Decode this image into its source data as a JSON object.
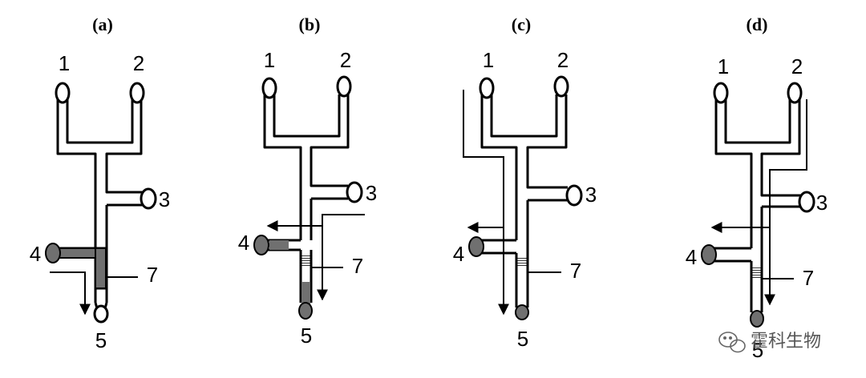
{
  "panels": [
    {
      "title": "(a)",
      "labels": {
        "p1": "1",
        "p2": "2",
        "p3": "3",
        "p4": "4",
        "p5": "5",
        "p7": "7"
      }
    },
    {
      "title": "(b)",
      "labels": {
        "p1": "1",
        "p2": "2",
        "p3": "3",
        "p4": "4",
        "p5": "5",
        "p7": "7"
      }
    },
    {
      "title": "(c)",
      "labels": {
        "p1": "1",
        "p2": "2",
        "p3": "3",
        "p4": "4",
        "p5": "5",
        "p7": "7"
      }
    },
    {
      "title": "(d)",
      "labels": {
        "p1": "1",
        "p2": "2",
        "p3": "3",
        "p4": "4",
        "p5": "5",
        "p7": "7"
      }
    }
  ],
  "watermark": {
    "text": "霍科生物",
    "icon": "wechat-icon"
  },
  "colors": {
    "fill_gray": "#707070",
    "line": "#000000"
  }
}
